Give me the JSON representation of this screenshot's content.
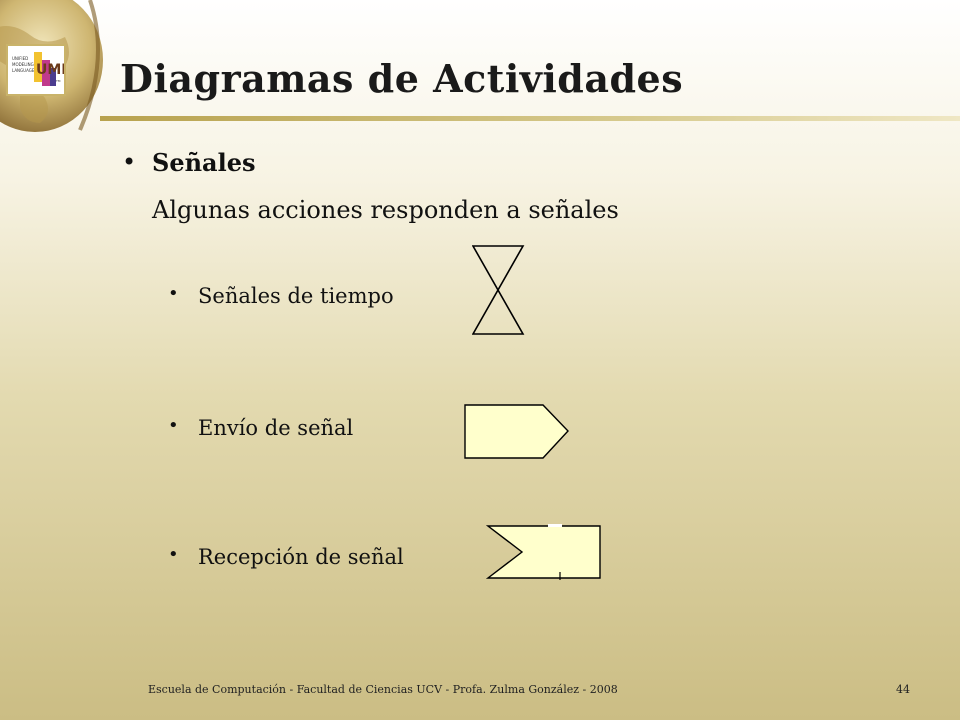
{
  "slide": {
    "title": "Diagramas de Actividades",
    "bullet": {
      "symbol": "•",
      "label": "Señales",
      "text": "Algunas acciones responden a señales"
    },
    "sub_bullets": [
      {
        "symbol": "•",
        "label": "Señales de tiempo",
        "shape_icon": "hourglass-icon"
      },
      {
        "symbol": "•",
        "label": "Envío de señal",
        "shape_icon": "send-signal-icon"
      },
      {
        "symbol": "•",
        "label": "Recepción de señal",
        "shape_icon": "receive-signal-icon"
      }
    ]
  },
  "logo": {
    "lines": [
      "UNIFIED",
      "MODELING",
      "LANGUAGE"
    ],
    "letters": "UML",
    "tm": "TM"
  },
  "footer": {
    "text": "Escuela de Computación - Facultad de Ciencias UCV - Profa. Zulma González - 2008",
    "page_number": "44"
  },
  "colors": {
    "shape_fill": "#ffffcc",
    "title_rule": "#b8a24e",
    "background_bottom": "#cbbd84"
  }
}
